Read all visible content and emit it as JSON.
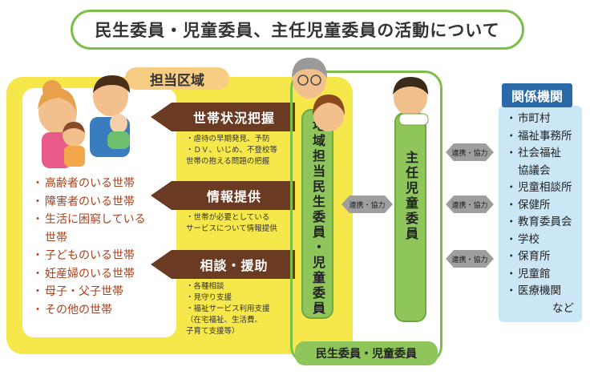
{
  "title": "民生委員・児童委員、主任児童委員の活動について",
  "area_label": "担当区域",
  "households": [
    "高齢者のいる世帯",
    "障害者のいる世帯",
    "生活に困窮している",
    "世帯",
    "子どものいる世帯",
    "妊産婦のいる世帯",
    "母子・父子世帯",
    "その他の世帯"
  ],
  "activities": [
    {
      "label": "世帯状況把握",
      "details": [
        "・虐待の早期発見、予防",
        "・ＤＶ、いじめ、不登校等",
        "世帯の抱える問題の把握"
      ]
    },
    {
      "label": "情報提供",
      "details": [
        "・世帯が必要としている",
        "サービスについて情報提供"
      ]
    },
    {
      "label": "相談・援助",
      "details": [
        "・各種相談",
        "・見守り支援",
        "・福祉サービス利用支援",
        "（在宅福祉、生活費、",
        "子育て支援等）"
      ]
    }
  ],
  "district_commissioner": "地域担当民生委員・児童委員",
  "chief_commissioner": "主任児童委員",
  "cooperation_label": "連携・協力",
  "commissioners_label": "民生委員・児童委員",
  "orgs_title": "関係機関",
  "orgs": [
    "市町村",
    "福祉事務所",
    "社会福祉",
    "協議会",
    "児童相談所",
    "保健所",
    "教育委員会",
    "学校",
    "保育所",
    "児童館",
    "医療機関",
    "など"
  ],
  "colors": {
    "frame_green": "#7bbf4a",
    "area_yellow": "#f6e84a",
    "arrow_brown": "#6b3a22",
    "org_blue": "#2a6aa8",
    "org_box": "#cbe6f5",
    "household_text": "#a8401c"
  }
}
